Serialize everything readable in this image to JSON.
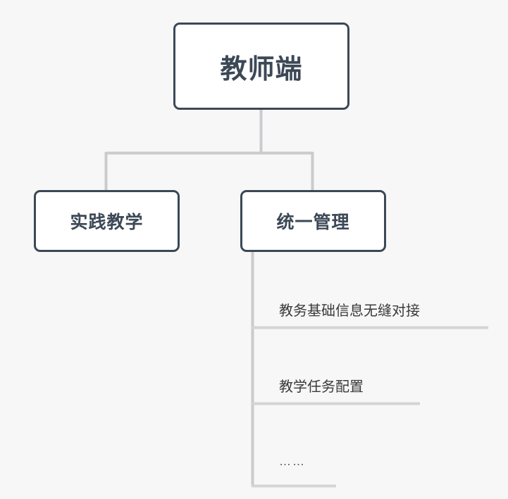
{
  "diagram": {
    "type": "org-chart",
    "background_color": "#f7f7f7",
    "node_border_color": "#3c4856",
    "node_fill_color": "#ffffff",
    "connector_color_primary": "#3c4856",
    "connector_color_secondary": "#c9cbcc",
    "leaf_text_color": "#3a3a3a",
    "root": {
      "label": "教师端"
    },
    "branches": [
      {
        "label": "实践教学",
        "children": []
      },
      {
        "label": "统一管理",
        "children": [
          {
            "label": "教务基础信息无缝对接"
          },
          {
            "label": "教学任务配置"
          },
          {
            "label": "……"
          }
        ]
      }
    ]
  }
}
